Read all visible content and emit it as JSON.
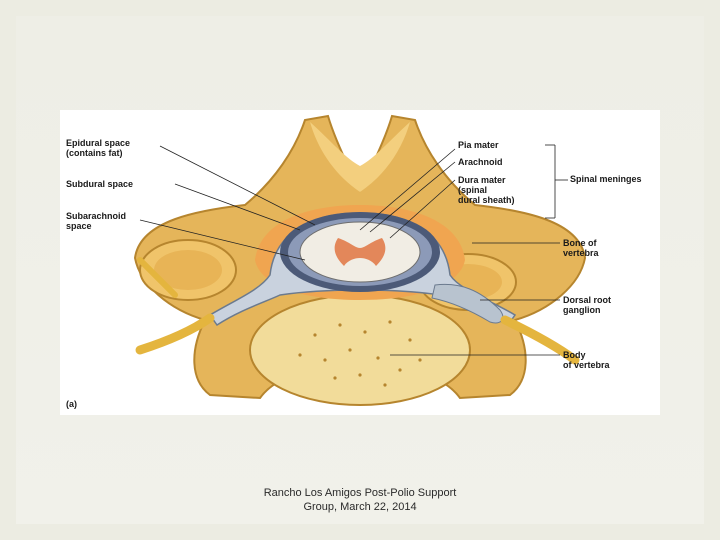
{
  "figure": {
    "labels": {
      "epidural": "Epidural space\n(contains fat)",
      "subdural": "Subdural space",
      "subarachnoid": "Subarachnoid\nspace",
      "pia": "Pia mater",
      "arachnoid": "Arachnoid",
      "dura": "Dura mater\n(spinal\ndural sheath)",
      "meninges": "Spinal meninges",
      "bone": "Bone of\nvertebra",
      "ganglion": "Dorsal root\nganglion",
      "body": "Body\nof vertebra",
      "panel": "(a)"
    }
  },
  "caption": {
    "line1": "Rancho Los Amigos Post-Polio Support",
    "line2": "Group, March 22, 2014"
  }
}
